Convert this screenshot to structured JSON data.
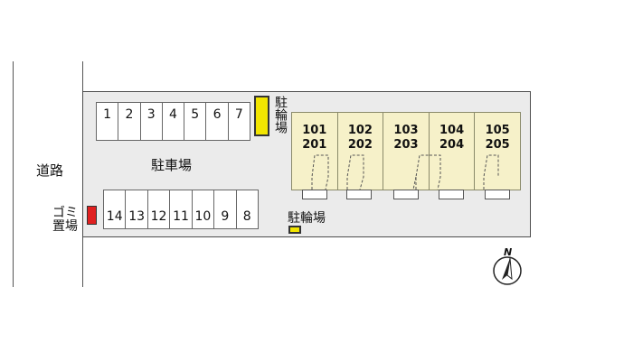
{
  "road": {
    "label": "道路"
  },
  "parking": {
    "label": "駐車場",
    "top_row": [
      "1",
      "2",
      "3",
      "4",
      "5",
      "6",
      "7"
    ],
    "bottom_row": [
      "14",
      "13",
      "12",
      "11",
      "10",
      "9",
      "8"
    ]
  },
  "bicycle_parking": [
    {
      "label": "駐輪場",
      "color": "#f2e500"
    },
    {
      "label": "駐輪場",
      "color": "#f2e500"
    }
  ],
  "garbage": {
    "label_line1": "ゴミ",
    "label_line2": "置場",
    "color": "#e02020"
  },
  "building": {
    "fill_color": "#f6f1c9",
    "units": [
      {
        "upper": "101",
        "lower": "201"
      },
      {
        "upper": "102",
        "lower": "202"
      },
      {
        "upper": "103",
        "lower": "203"
      },
      {
        "upper": "104",
        "lower": "204"
      },
      {
        "upper": "105",
        "lower": "205"
      }
    ]
  },
  "compass": {
    "label": "N"
  }
}
